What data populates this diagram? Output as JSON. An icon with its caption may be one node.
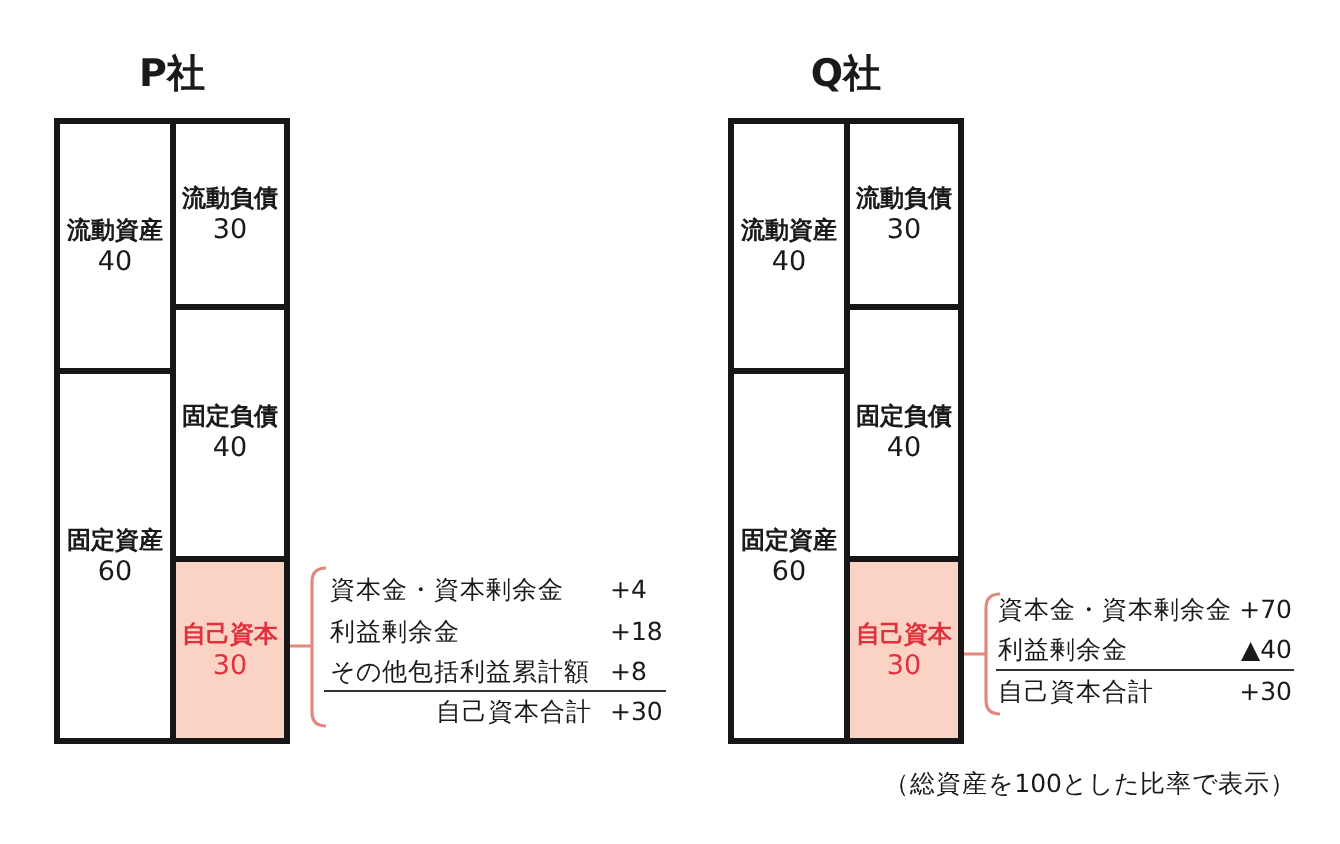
{
  "diagram": {
    "nodes": [
      {
        "text": [
          "P社"
        ]
      },
      {
        "text": [
          "流動資産",
          "40"
        ],
        "in": 0
      },
      {
        "text": [
          "固定資産",
          "60"
        ],
        "in": 0
      },
      {
        "text": [
          "流動負債",
          "30"
        ],
        "in": 0
      },
      {
        "text": [
          "固定負債",
          "40"
        ],
        "in": 0
      },
      {
        "text": [
          "自己資本",
          "30"
        ],
        "in": 0
      },
      {
        "text": [
          "Q社"
        ]
      },
      {
        "text": [
          "流動資産",
          "40"
        ],
        "in": 6
      },
      {
        "text": [
          "固定資産",
          "60"
        ],
        "in": 6
      },
      {
        "text": [
          "流動負債",
          "30"
        ],
        "in": 6
      },
      {
        "text": [
          "固定負債",
          "40"
        ],
        "in": 6
      },
      {
        "text": [
          "自己資本",
          "30"
        ],
        "in": 6
      }
    ],
    "labels": [
      "資本金・資本剰余金",
      "+4",
      "利益剰余金",
      "+18",
      "その他包括利益累計額",
      "+8",
      "自己資本合計",
      "+30",
      "資本金・資本剰余金",
      "+70",
      "利益剰余金",
      "▲40",
      "自己資本合計",
      "+30",
      "（総資産を100とした比率で表示）"
    ]
  }
}
